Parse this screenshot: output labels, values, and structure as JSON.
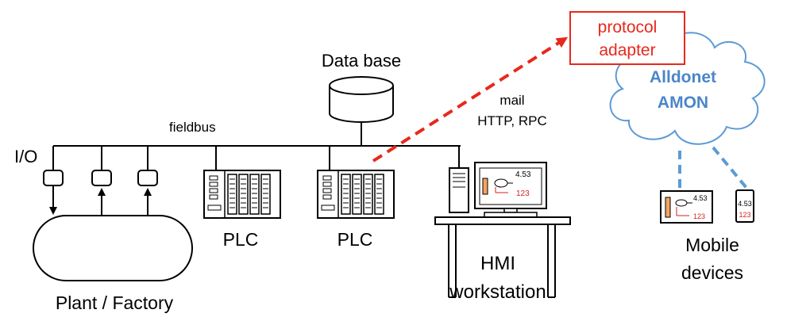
{
  "labels": {
    "database": "Data base",
    "fieldbus": "fieldbus",
    "io": "I/O",
    "plc_left": "PLC",
    "plc_right": "PLC",
    "plant": "Plant / Factory",
    "hmi_line1": "HMI",
    "hmi_line2": "workstation",
    "mail": "mail",
    "http_rpc": "HTTP, RPC",
    "adapter_line1": "protocol",
    "adapter_line2": "adapter",
    "cloud_line1": "Alldonet",
    "cloud_line2": "AMON",
    "mobile_line1": "Mobile",
    "mobile_line2": "devices"
  },
  "screen_values": {
    "hmi_value": "4.53",
    "hmi_counter": "123",
    "tablet_value": "4.53",
    "tablet_counter": "123",
    "phone_value": "4.53",
    "phone_counter": "123"
  },
  "colors": {
    "adapter": "#e8281c",
    "link": "#e8281c",
    "cloud": "#5b9bd5",
    "cloud_text": "#4a86c8",
    "tank": "#f4a460",
    "device_red": "#d62020"
  }
}
